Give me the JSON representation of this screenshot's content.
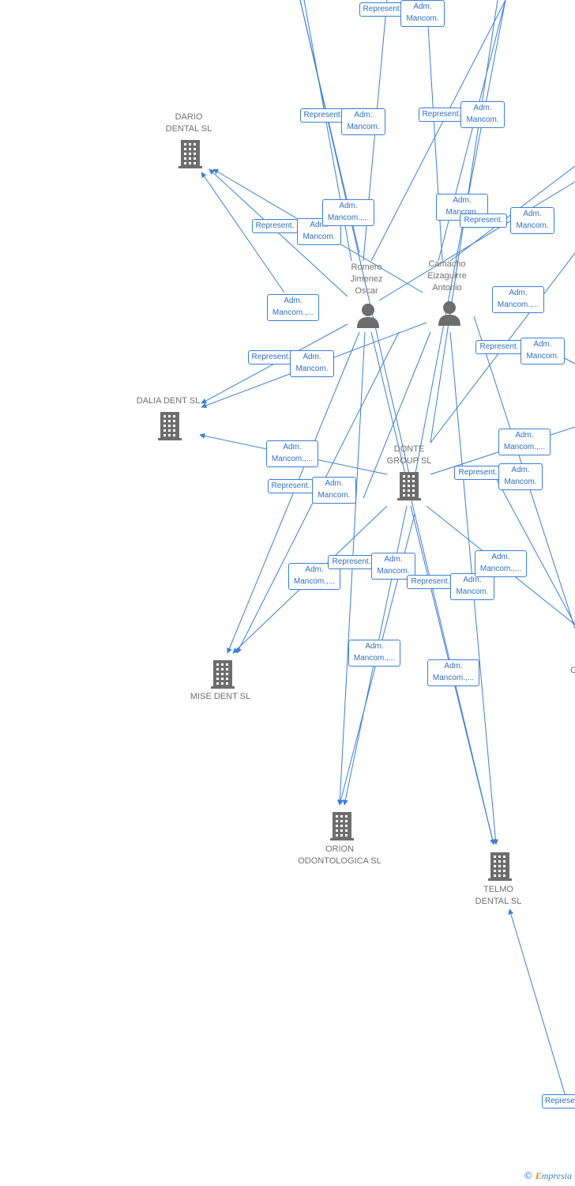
{
  "nodes": {
    "dario": {
      "label": "DARIO\nDENTAL SL",
      "type": "company"
    },
    "dalia": {
      "label": "DALIA DENT SL",
      "type": "company"
    },
    "mise": {
      "label": "MISE DENT SL",
      "type": "company"
    },
    "orion": {
      "label": "ORION\nODONTOLOGICA SL",
      "type": "company"
    },
    "telmo": {
      "label": "TELMO\nDENTAL SL",
      "type": "company"
    },
    "donte": {
      "label": "DONTE\nGROUP SL",
      "type": "company"
    },
    "romero": {
      "label": "Romero\nJimenez\nOscar",
      "type": "person"
    },
    "camacho": {
      "label": "Camacho\nEizaguirre\nAntonio",
      "type": "person"
    },
    "partial_right": {
      "label": "C",
      "type": "company"
    }
  },
  "edge_labels": {
    "represent": "Represent.",
    "adm_mancom": "Adm.\nMancom.",
    "adm_mancom_trunc": "Adm.\nMancom.,...",
    "mancom_partial": "Mancom.",
    "represe_partial": "Represe"
  },
  "footer": {
    "copyright": "©",
    "brand_first": "E",
    "brand_rest": "mpresia"
  },
  "colors": {
    "edge": "#3b7fd4",
    "node": "#6d6d6d",
    "label_text": "#2f6fc4"
  },
  "icons": {
    "company": "building-icon",
    "person": "person-icon"
  }
}
